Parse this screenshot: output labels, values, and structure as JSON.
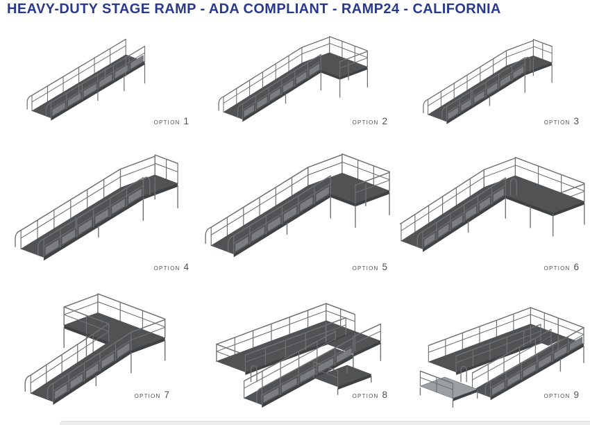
{
  "page_title": "HEAVY-DUTY STAGE RAMP - ADA COMPLIANT - RAMP24 - CALIFORNIA",
  "colors": {
    "title": "#293a8c",
    "deck": "#505254",
    "deck_edge": "#45474a",
    "deck_skirt": "#3e4042",
    "rail": "#6e7073",
    "guard_panel": "#7b7e81",
    "landing_top": "#9aa0a3",
    "label_text": "#505052"
  },
  "options": [
    {
      "label": "OPTION",
      "number": "1",
      "variant": "straight-ramp"
    },
    {
      "label": "OPTION",
      "number": "2",
      "variant": "ramp-top-platform-right"
    },
    {
      "label": "OPTION",
      "number": "3",
      "variant": "ramp-top-platform-straight"
    },
    {
      "label": "OPTION",
      "number": "4",
      "variant": "ramp-top-platform-straight"
    },
    {
      "label": "OPTION",
      "number": "5",
      "variant": "ramp-top-platform-right"
    },
    {
      "label": "OPTION",
      "number": "6",
      "variant": "l-shaped-ramp-platform"
    },
    {
      "label": "OPTION",
      "number": "7",
      "variant": "ramp-wide-top-platform-left"
    },
    {
      "label": "OPTION",
      "number": "8",
      "variant": "switchback-ramp-center-landing"
    },
    {
      "label": "OPTION",
      "number": "9",
      "variant": "switchback-ramp-left-landing"
    }
  ]
}
